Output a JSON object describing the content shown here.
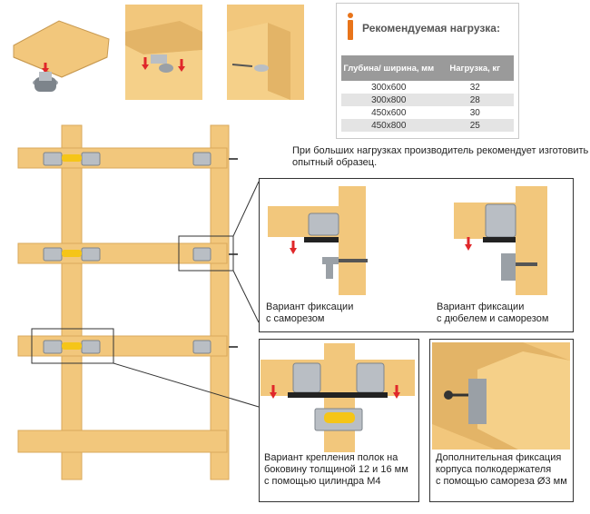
{
  "load_table": {
    "title": "Рекомендуемая нагрузка:",
    "headers": [
      "Глубина/ ширина, мм",
      "Нагрузка, кг"
    ],
    "rows": [
      {
        "size": "300x600",
        "load": "32"
      },
      {
        "size": "300x800",
        "load": "28"
      },
      {
        "size": "450x600",
        "load": "30"
      },
      {
        "size": "450x800",
        "load": "25"
      }
    ]
  },
  "note": "При больших нагрузках производитель рекомендует изготовить опытный образец.",
  "details": {
    "screw": {
      "caption_1": "Вариант фиксации",
      "caption_2": "с саморезом"
    },
    "dowel": {
      "caption_1": "Вариант фиксации",
      "caption_2": "с дюбелем и саморезом"
    },
    "cylinder": {
      "caption_1": "Вариант крепления полок на",
      "caption_2": "боковину толщиной 12 и 16 мм",
      "caption_3": "с помощью цилиндра М4"
    },
    "extra": {
      "caption_1": "Дополнительная фиксация",
      "caption_2": "корпуса полкодержателя",
      "caption_3": "с помощью самореза Ø3 мм"
    }
  },
  "colors": {
    "wood": "#f2c77c",
    "wood_dark": "#d9a95b",
    "metal": "#b9bec4",
    "arrow": "#e0272a",
    "accent": "#e8741a",
    "cylinder": "#f5c518"
  }
}
